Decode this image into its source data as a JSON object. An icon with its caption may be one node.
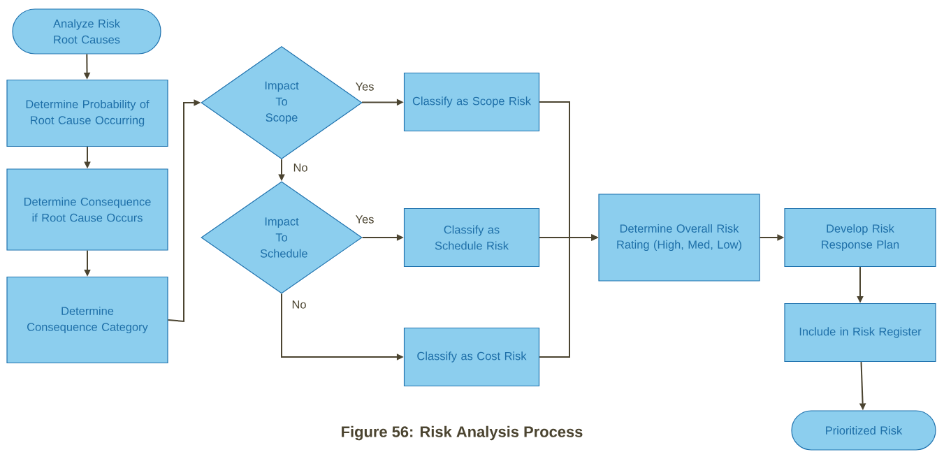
{
  "diagram": {
    "caption": "Figure 56: Risk Analysis Process",
    "nodes": [
      {
        "text": [
          "Analyze Risk Root Causes"
        ]
      },
      {
        "text": [
          "Determine Probability of Root Cause Occurring"
        ]
      },
      {
        "text": [
          "Determine Consequence if Root Cause Occurs"
        ]
      },
      {
        "text": [
          "Determine Consequence Category"
        ]
      },
      {
        "text": [
          "Impact To Scope"
        ]
      },
      {
        "text": [
          "Impact To Schedule"
        ]
      },
      {
        "text": [
          "Classify as Scope Risk"
        ]
      },
      {
        "text": [
          "Classify as Schedule Risk"
        ]
      },
      {
        "text": [
          "Classify as Cost Risk"
        ]
      },
      {
        "text": [
          "Determine Overall Risk Rating (High, Med, Low)"
        ]
      },
      {
        "text": [
          "Develop Risk Response Plan"
        ]
      },
      {
        "text": [
          "Include in Risk Register"
        ]
      },
      {
        "text": [
          "Prioritized Risk"
        ]
      }
    ],
    "edges": [
      {
        "from": 0,
        "to": 1,
        "arrow": "to"
      },
      {
        "from": 1,
        "to": 2,
        "arrow": "to"
      },
      {
        "from": 2,
        "to": 3,
        "arrow": "to"
      },
      {
        "from": 3,
        "to": 4,
        "arrow": "to"
      },
      {
        "from": 4,
        "to": 6,
        "arrow": "to",
        "label": "Yes"
      },
      {
        "from": 4,
        "to": 5,
        "arrow": "to",
        "label": "No"
      },
      {
        "from": 5,
        "to": 7,
        "arrow": "to",
        "label": "Yes"
      },
      {
        "from": 5,
        "to": 8,
        "arrow": "to",
        "label": "No"
      },
      {
        "from": 6,
        "to": 9,
        "arrow": "to"
      },
      {
        "from": 7,
        "to": 9,
        "arrow": "to"
      },
      {
        "from": 8,
        "to": 9,
        "arrow": "to"
      },
      {
        "from": 9,
        "to": 10,
        "arrow": "to"
      },
      {
        "from": 10,
        "to": 11,
        "arrow": "to"
      },
      {
        "from": 11,
        "to": 12,
        "arrow": "to"
      }
    ]
  }
}
